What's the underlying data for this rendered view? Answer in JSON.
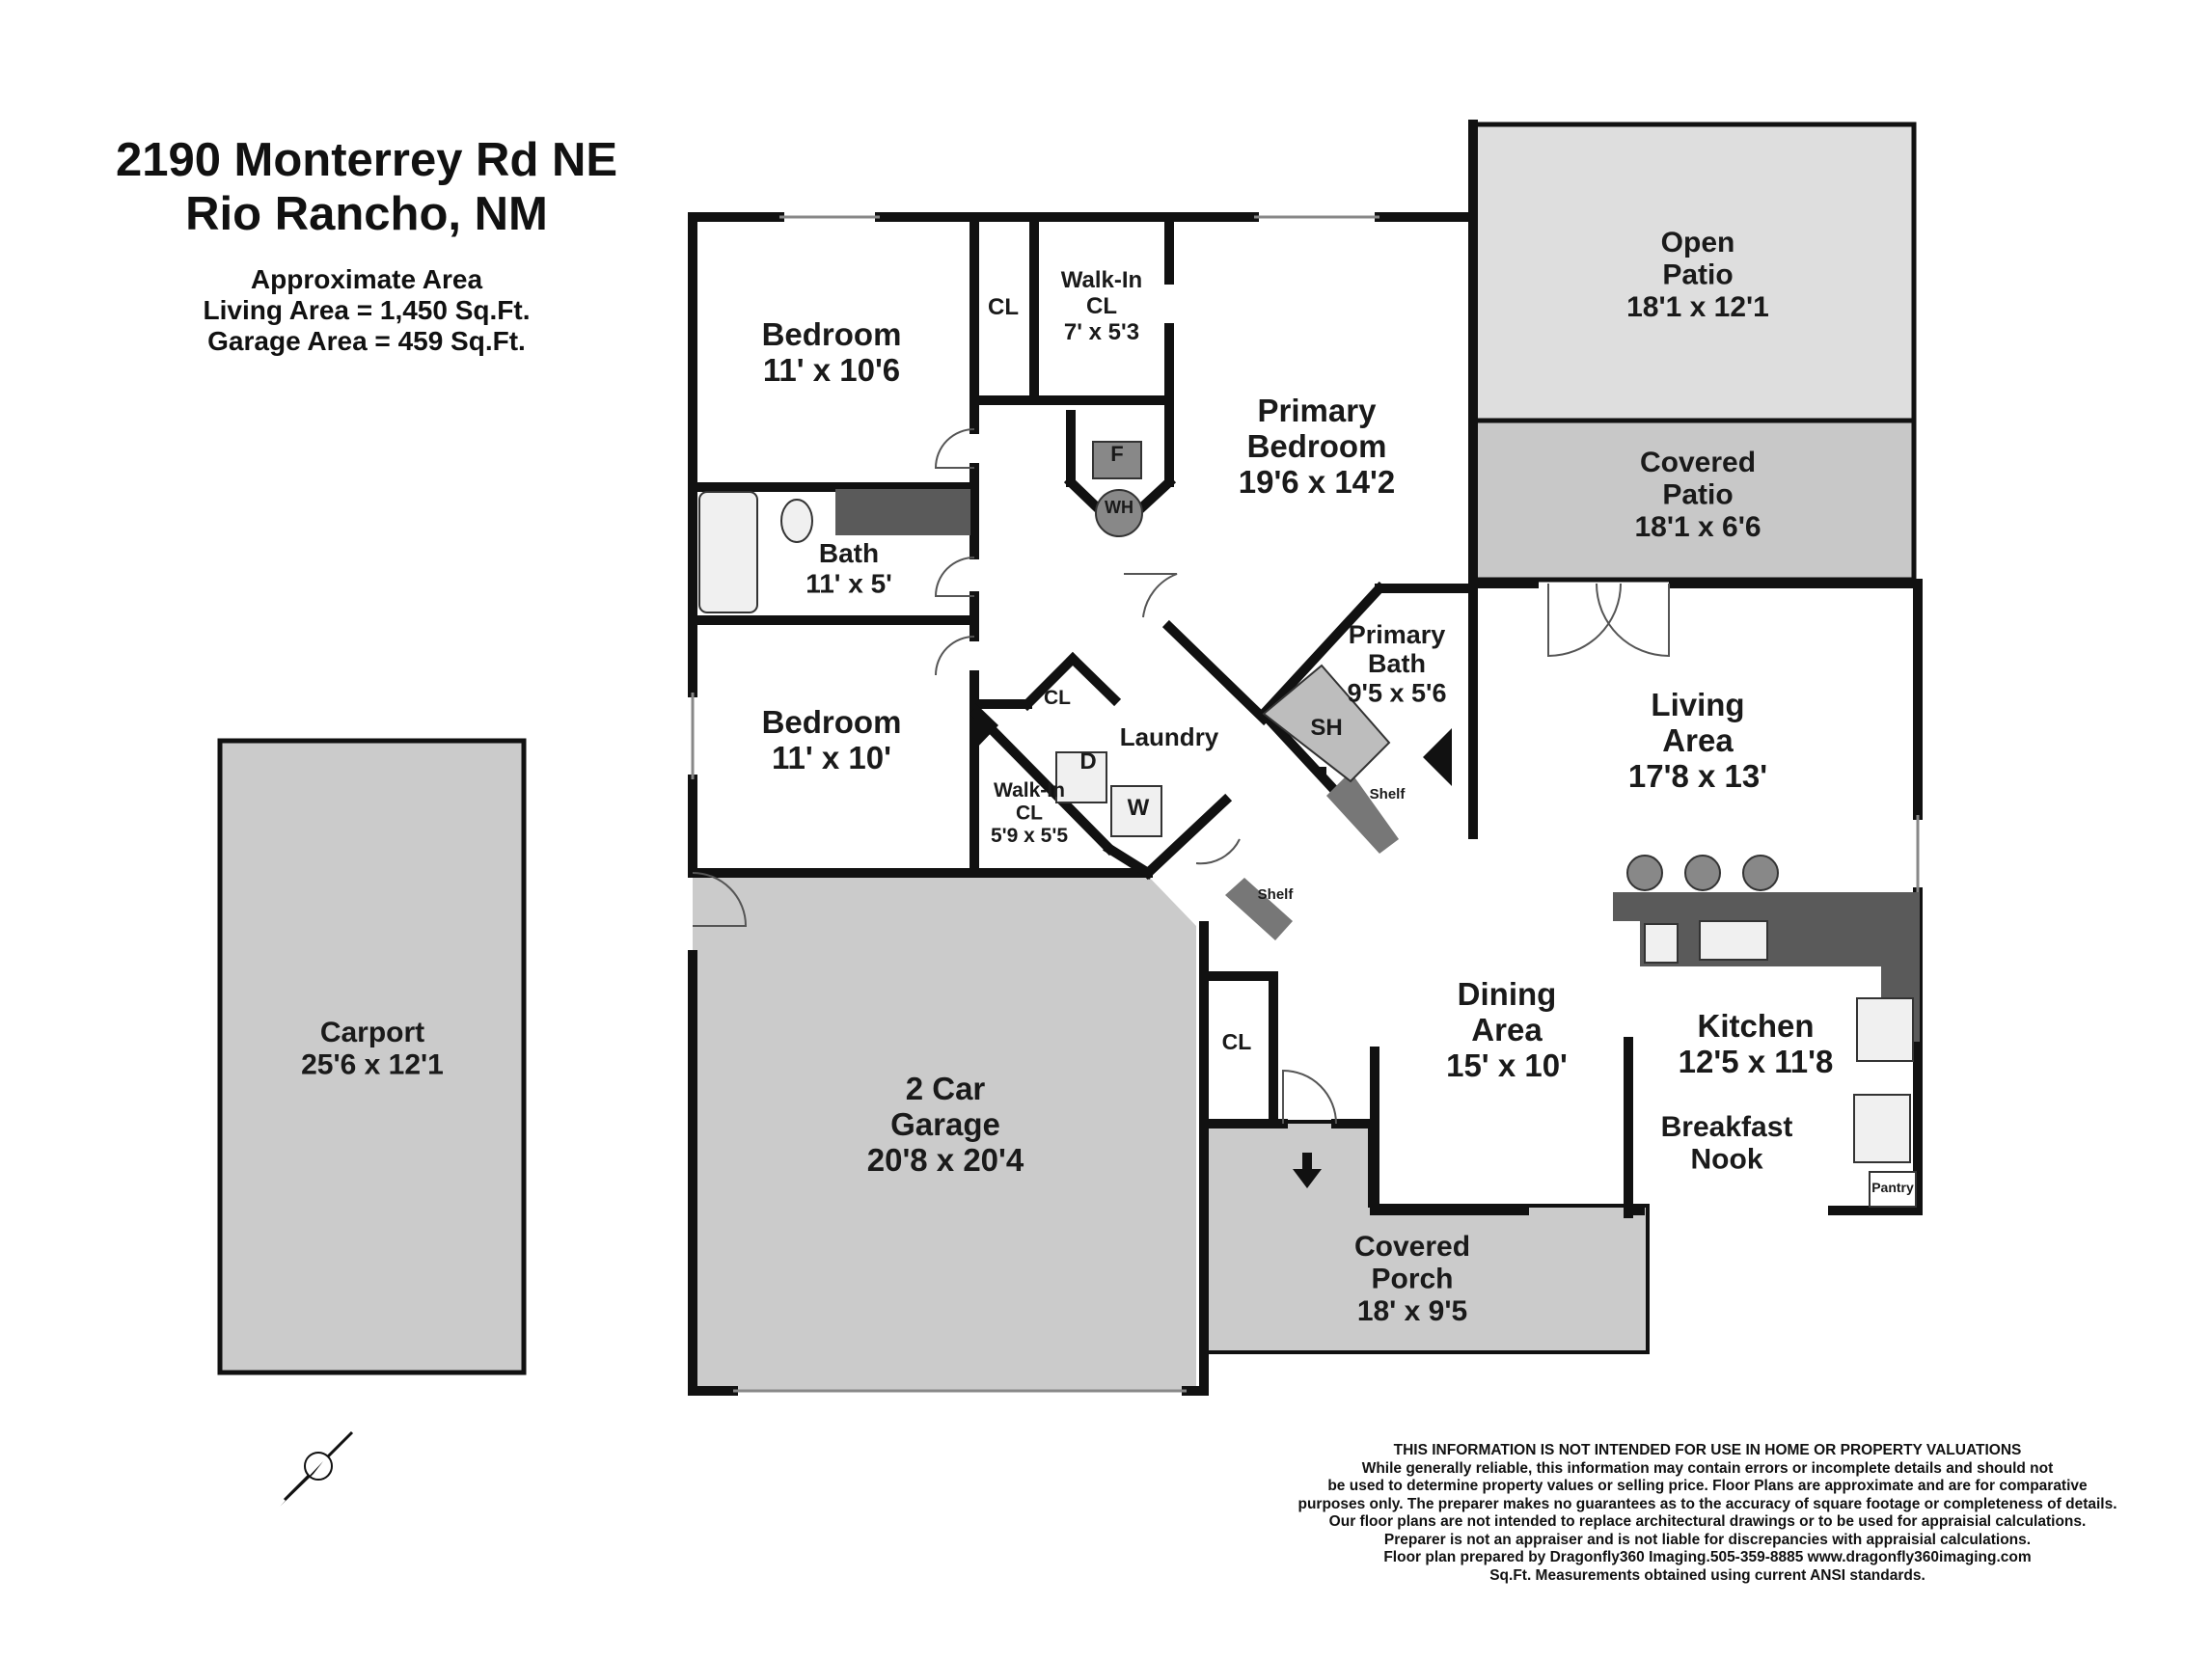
{
  "header": {
    "address_line1": "2190 Monterrey Rd NE",
    "address_line2": "Rio Rancho, NM",
    "area_title": "Approximate Area",
    "living_area": "Living Area = 1,450 Sq.Ft.",
    "garage_area": "Garage Area = 459 Sq.Ft."
  },
  "rooms": {
    "bedroom1": [
      "Bedroom",
      "11' x 10'6"
    ],
    "bedroom2": [
      "Bedroom",
      "11' x 10'"
    ],
    "closet1": [
      "CL"
    ],
    "walkin1": [
      "Walk-In",
      "CL",
      "7' x 5'3"
    ],
    "furnace": [
      "F"
    ],
    "water_heater": [
      "WH"
    ],
    "bath": [
      "Bath",
      "11' x 5'"
    ],
    "primary_bedroom": [
      "Primary",
      "Bedroom",
      "19'6 x 14'2"
    ],
    "primary_bath": [
      "Primary",
      "Bath",
      "9'5 x 5'6"
    ],
    "shower": [
      "SH"
    ],
    "shelf1": [
      "Shelf"
    ],
    "shelf2": [
      "Shelf"
    ],
    "closet2": [
      "CL"
    ],
    "laundry": [
      "Laundry"
    ],
    "dryer": [
      "D"
    ],
    "washer": [
      "W"
    ],
    "walkin2": [
      "Walk-In",
      "CL",
      "5'9 x 5'5"
    ],
    "open_patio": [
      "Open",
      "Patio",
      "18'1 x 12'1"
    ],
    "covered_patio": [
      "Covered",
      "Patio",
      "18'1 x 6'6"
    ],
    "living_area": [
      "Living",
      "Area",
      "17'8 x 13'"
    ],
    "kitchen": [
      "Kitchen",
      "12'5 x 11'8"
    ],
    "breakfast_nook": [
      "Breakfast",
      "Nook"
    ],
    "pantry": [
      "Pantry"
    ],
    "dining_area": [
      "Dining",
      "Area",
      "15' x 10'"
    ],
    "closet3": [
      "CL"
    ],
    "garage": [
      "2 Car",
      "Garage",
      "20'8 x 20'4"
    ],
    "covered_porch": [
      "Covered",
      "Porch",
      "18' x 9'5"
    ],
    "carport": [
      "Carport",
      "25'6 x 12'1"
    ]
  },
  "disclaimer": [
    "THIS INFORMATION IS NOT INTENDED FOR USE IN HOME OR PROPERTY VALUATIONS",
    "While generally reliable, this information may contain errors or incomplete details and should not",
    "be used to determine property values or selling price. Floor Plans are approximate and are for comparative",
    "purposes only. The preparer makes no guarantees as to the accuracy of square footage or completeness of details.",
    "Our floor plans are not intended to replace architectural drawings or to be used for appraisial calculations.",
    "Preparer is not an appraiser and is not liable for discrepancies with appraisial calculations.",
    "Floor plan prepared by Dragonfly360 Imaging.505-359-8885  www.dragonfly360imaging.com",
    "Sq.Ft. Measurements obtained using current ANSI standards."
  ],
  "colors": {
    "wall": "#111111",
    "patio_open": "#dedede",
    "patio_covered": "#c8c8c8",
    "garage": "#cbcbcb",
    "counter": "#5a5a5a",
    "fixture": "#f0f0f0"
  },
  "icons": {
    "compass": "compass-icon",
    "entry": "entry-arrow-icon"
  }
}
